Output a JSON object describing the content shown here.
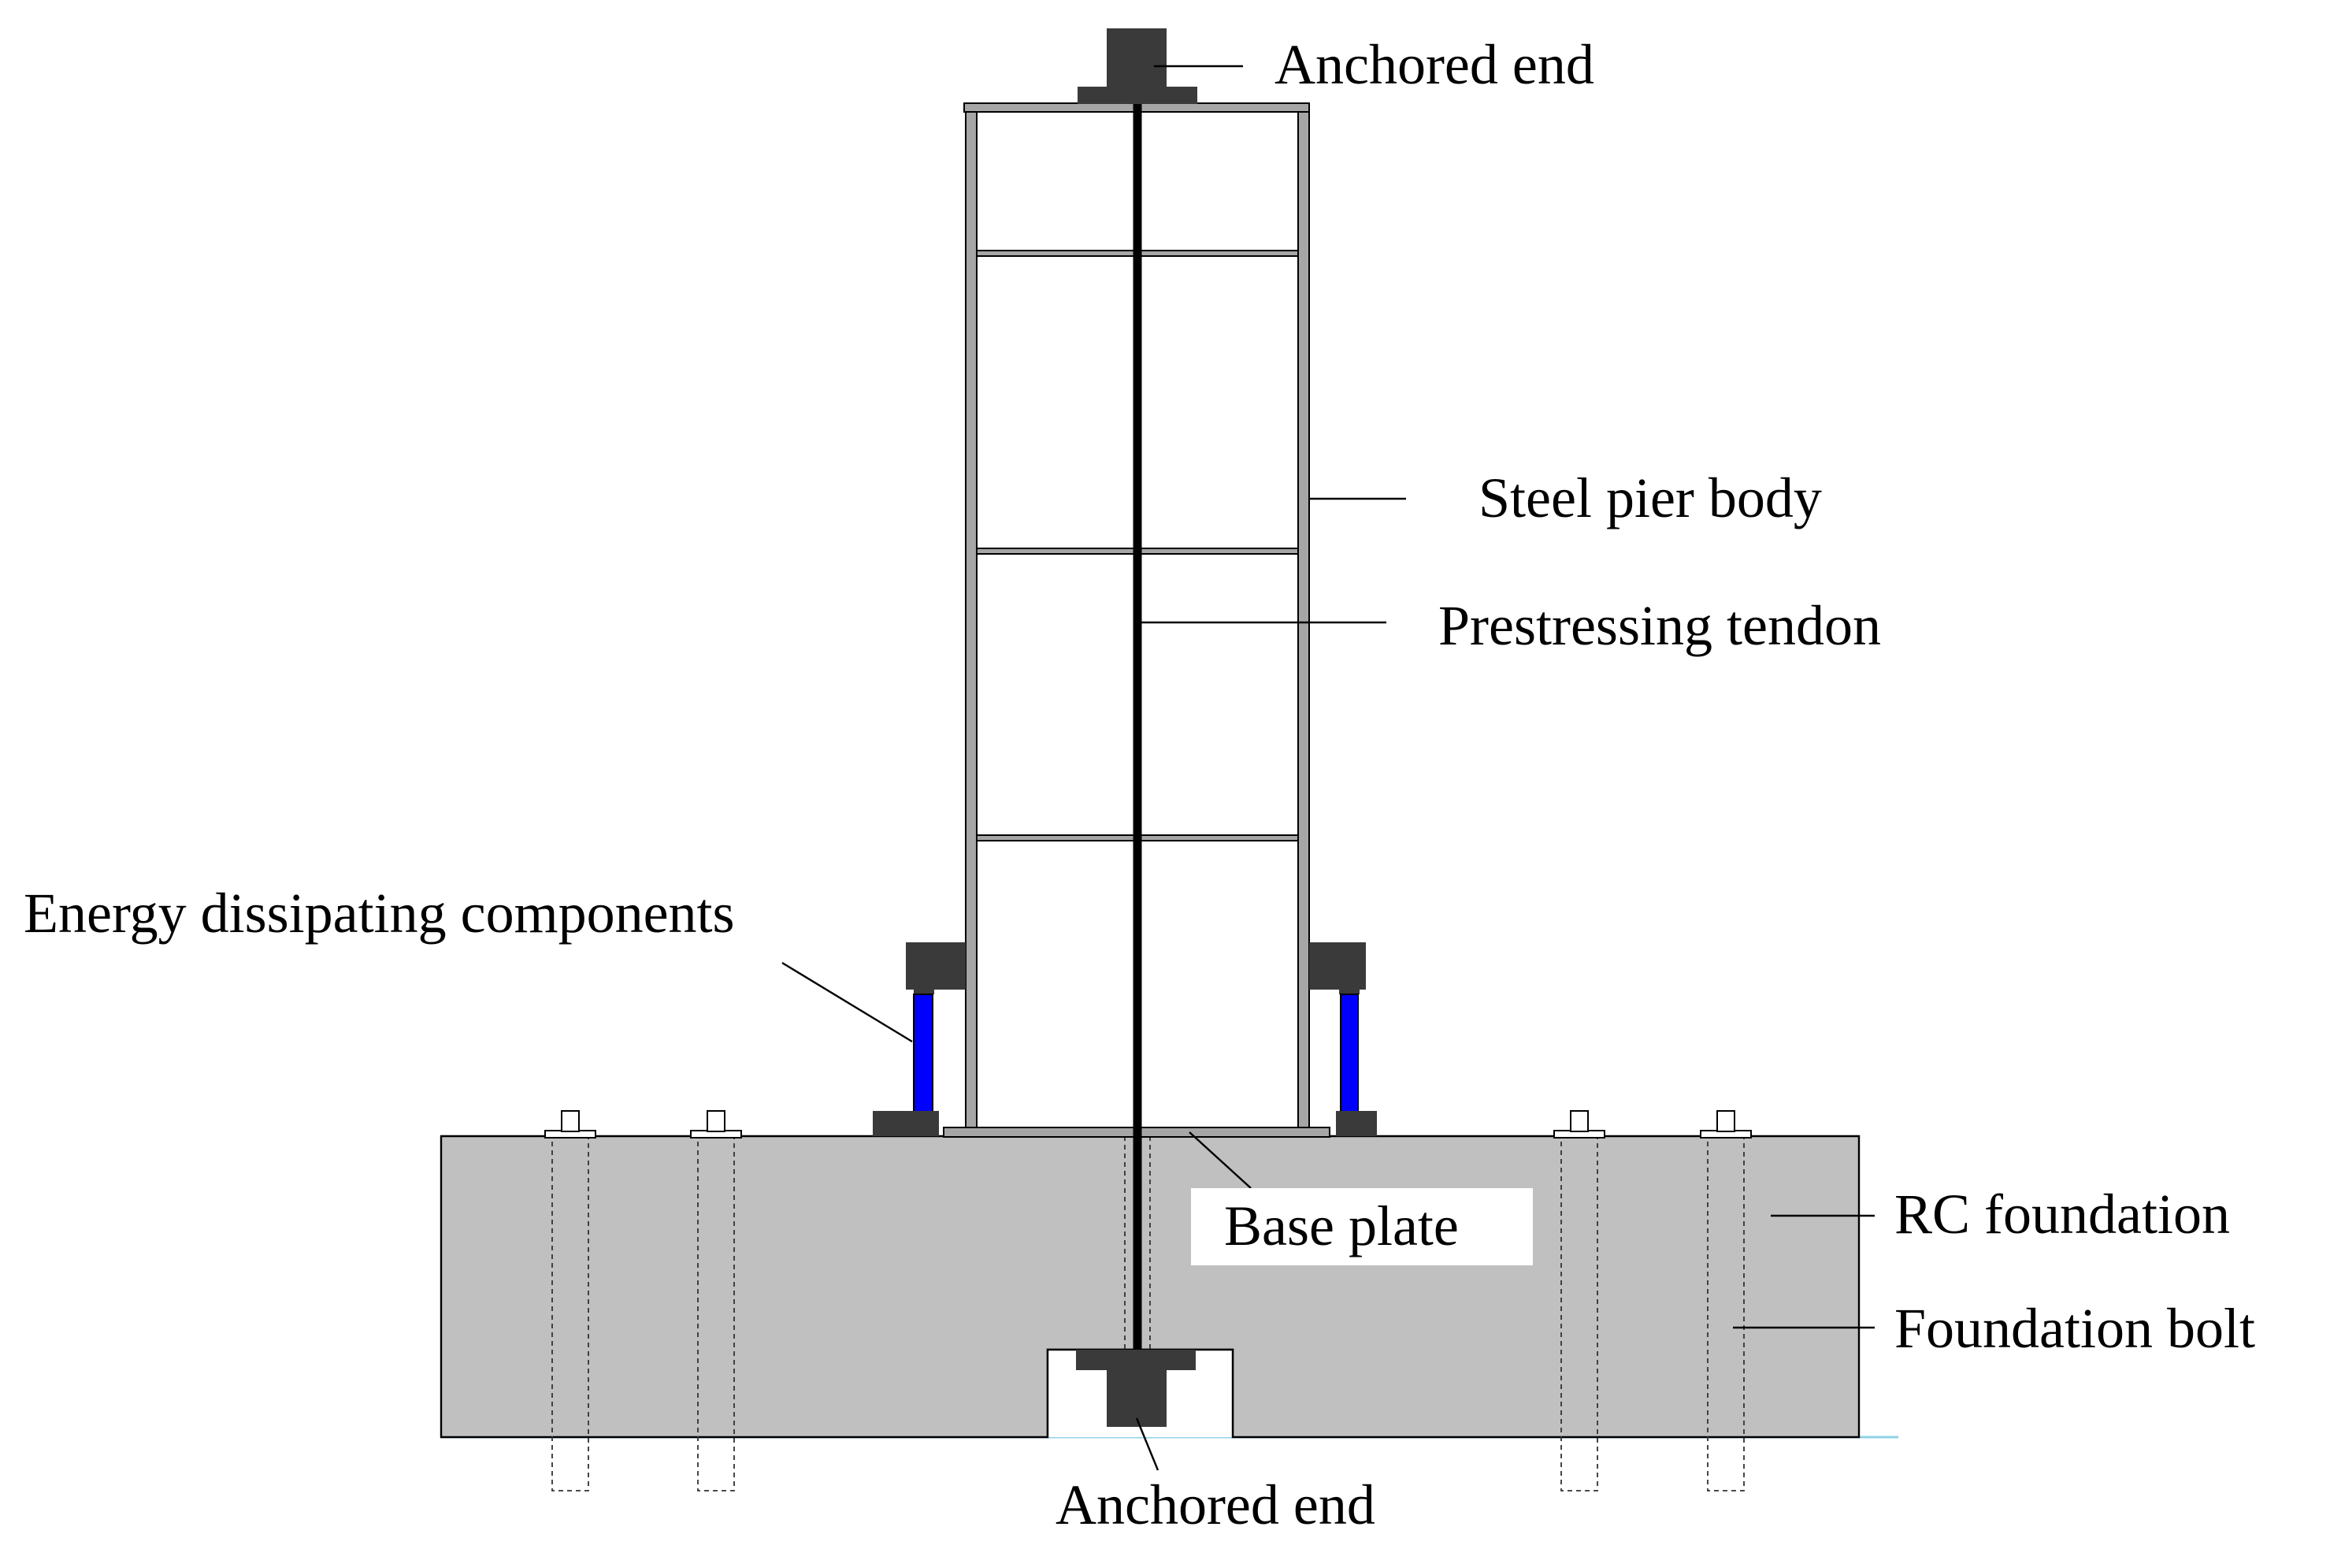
{
  "labels": {
    "anchored_end_top": "Anchored end",
    "steel_pier_body": "Steel pier body",
    "prestressing_tendon": "Prestressing tendon",
    "energy_dissipating_components": "Energy dissipating components",
    "base_plate": "Base plate",
    "rc_foundation": "RC foundation",
    "foundation_bolt": "Foundation bolt",
    "anchored_end_bottom": "Anchored end"
  },
  "colors": {
    "foundation": "#c0c0c0",
    "pier_frame": "#a6a6a6",
    "anchor_block": "#3a3a3a",
    "tendon": "#000000",
    "dissipator_rod": "#0000ff",
    "ground_line": "#8fd3e8"
  }
}
